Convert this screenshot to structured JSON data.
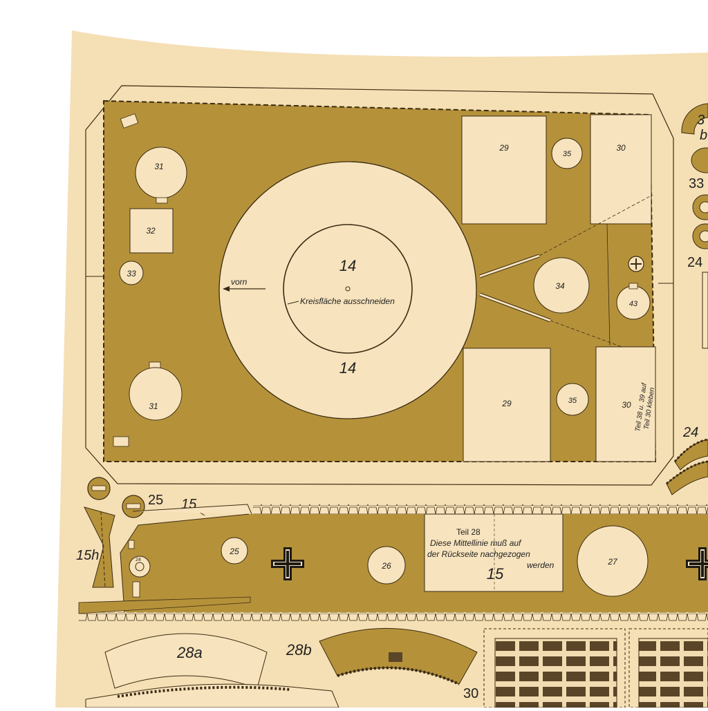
{
  "labels": {
    "part14_top": "14",
    "part14_bottom": "14",
    "cut_instruction": "Kreisfläche ausschneiden",
    "front": "vorn",
    "p29a": "29",
    "p29b": "29",
    "p30a": "30",
    "p30b": "30",
    "p35a": "35",
    "p35b": "35",
    "p31a": "31",
    "p31b": "31",
    "p32": "32",
    "p33": "33",
    "p34": "34",
    "p43": "43",
    "glue_note_1": "Teil 38 u. 39 auf",
    "glue_note_2": "Teil 30 kleben",
    "edge_3": "3",
    "edge_b": "b",
    "edge_33": "33",
    "edge_24a": "24",
    "edge_24b": "24",
    "p25_label": "25",
    "p15_label": "15",
    "p15h": "15h",
    "p25_circle": "25",
    "p26": "26",
    "p27": "27",
    "box_line1": "Teil 28",
    "box_line2": "Diese Mittellinie muß auf",
    "box_line3": "der Rückseite nachgezogen",
    "box_line4": "werden",
    "box_15": "15",
    "p28a": "28a",
    "p28b": "28b",
    "p30_bottom": "30",
    "small_24": "24"
  },
  "colors": {
    "paper": "#f5dfb4",
    "olive": "#b5923a",
    "dark_line": "#3a2a12",
    "light_part": "#f7e3bd"
  }
}
